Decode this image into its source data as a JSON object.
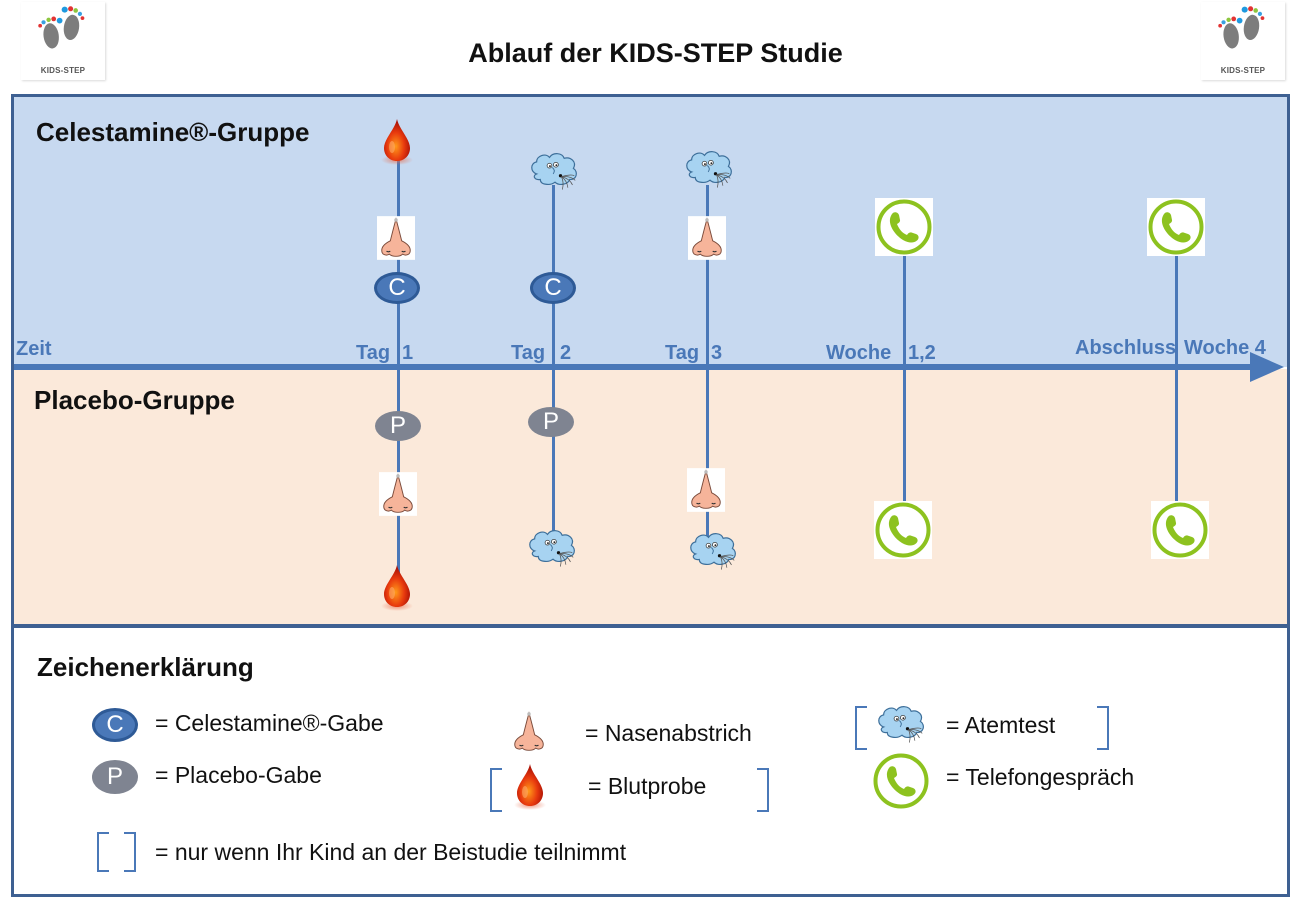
{
  "header": {
    "title": "Ablauf der KIDS-STEP Studie",
    "logo_left": {
      "icon": "kids-step-feet-logo",
      "text": "KIDS-STEP"
    },
    "logo_right": {
      "icon": "kids-step-feet-logo",
      "text": "KIDS-STEP"
    }
  },
  "groups": {
    "treatment": {
      "label": "Celestamine®-Gruppe",
      "color": "#c7d9f0"
    },
    "placebo": {
      "label": "Placebo-Gruppe",
      "color": "#fbe9da"
    }
  },
  "timeline": {
    "axis_label": "Zeit",
    "axis_color": "#4a78b8",
    "points": [
      {
        "label_a": "Tag",
        "label_b": "1",
        "treatment_events": [
          "blood-sample",
          "nose-swab",
          "celestamine-dose"
        ],
        "placebo_events": [
          "placebo-dose",
          "nose-swab",
          "blood-sample"
        ]
      },
      {
        "label_a": "Tag",
        "label_b": "2",
        "treatment_events": [
          "breath-test",
          "celestamine-dose"
        ],
        "placebo_events": [
          "placebo-dose",
          "breath-test"
        ]
      },
      {
        "label_a": "Tag",
        "label_b": "3",
        "treatment_events": [
          "breath-test",
          "nose-swab"
        ],
        "placebo_events": [
          "nose-swab",
          "breath-test"
        ]
      },
      {
        "label_a": "Woche",
        "label_b": "1,2",
        "treatment_events": [
          "phone-call"
        ],
        "placebo_events": [
          "phone-call"
        ]
      },
      {
        "label_a": "Abschluss",
        "label_b": "Woche 4",
        "treatment_events": [
          "phone-call"
        ],
        "placebo_events": [
          "phone-call"
        ]
      }
    ],
    "marker_c_letter": "C",
    "marker_p_letter": "P"
  },
  "legend": {
    "title": "Zeichenerklärung",
    "items": [
      {
        "icon": "celestamine-marker",
        "letter": "C",
        "text": "= Celestamine®-Gabe"
      },
      {
        "icon": "placebo-marker",
        "letter": "P",
        "text": "= Placebo-Gabe"
      },
      {
        "icon": "nose-icon",
        "text": "= Nasenabstrich"
      },
      {
        "icon": "blood-drop-icon",
        "text": "= Blutprobe",
        "bracketed": true
      },
      {
        "icon": "breath-cloud-icon",
        "text": "= Atemtest",
        "bracketed": true
      },
      {
        "icon": "phone-icon",
        "text": "= Telefongespräch"
      }
    ],
    "bracket_note": "= nur wenn Ihr Kind an der Beistudie teilnimmt"
  },
  "colors": {
    "frame": "#3e6092",
    "phone_green": "#8dc21f",
    "blood_red": "#d42a0c",
    "placebo_grey": "#7f8491",
    "celestamine_blue": "#4a78b8"
  }
}
